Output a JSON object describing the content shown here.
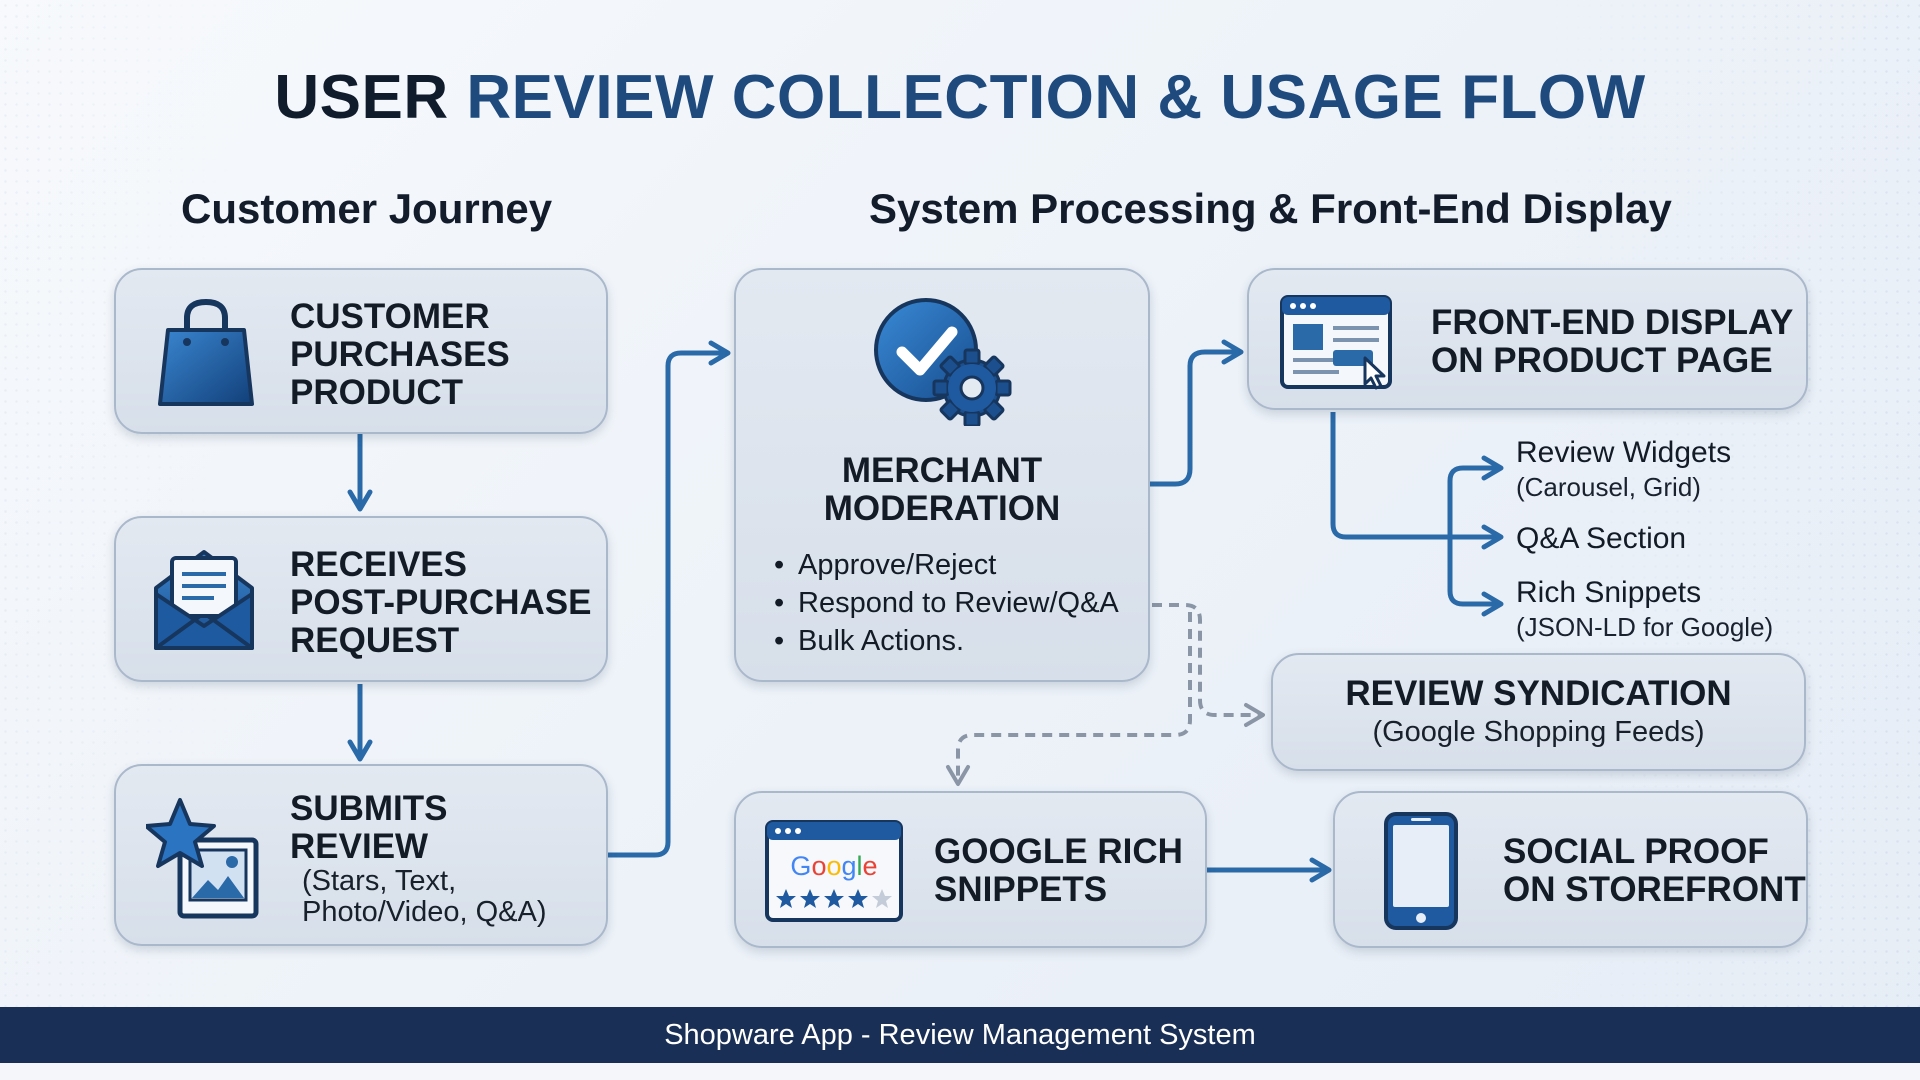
{
  "title": {
    "part1": "USER ",
    "part2": "REVIEW COLLECTION & USAGE FLOW"
  },
  "sections": {
    "customer_journey": "Customer Journey",
    "system_processing": "System Processing & Front-End Display"
  },
  "steps": {
    "purchase": {
      "title": "CUSTOMER\nPURCHASES\nPRODUCT",
      "icon": "shopping-bag-icon"
    },
    "request": {
      "title": "RECEIVES\nPOST-PURCHASE\nREQUEST",
      "icon": "envelope-icon"
    },
    "submit": {
      "title": "SUBMITS\nREVIEW",
      "detail": "(Stars, Text,\nPhoto/Video, Q&A)",
      "icon": "star-photo-icon"
    },
    "moderation": {
      "title": "MERCHANT\nMODERATION",
      "icon": "check-gear-icon",
      "bullets": [
        "Approve/Reject",
        "Respond to Review/Q&A",
        "Bulk Actions."
      ]
    },
    "frontend": {
      "title": "FRONT-END DISPLAY\nON PRODUCT PAGE",
      "icon": "browser-window-icon"
    },
    "syndication": {
      "title": "REVIEW SYNDICATION",
      "detail": "(Google Shopping Feeds)"
    },
    "google": {
      "title": "GOOGLE RICH\nSNIPPETS",
      "icon": "google-snippet-icon",
      "logo_text": "Google"
    },
    "social": {
      "title": "SOCIAL PROOF\nON STOREFRONT",
      "icon": "smartphone-icon"
    }
  },
  "frontend_outputs": [
    {
      "label": "Review Widgets",
      "detail": "(Carousel, Grid)"
    },
    {
      "label": "Q&A Section",
      "detail": ""
    },
    {
      "label": "Rich Snippets",
      "detail": "(JSON-LD for Google)"
    }
  ],
  "footer": "Shopware App - Review Management System",
  "colors": {
    "accent": "#1e4a7e",
    "arrow": "#2a6aa8",
    "footer": "#1a2f56",
    "icon_blue": "#1f5fa8"
  }
}
